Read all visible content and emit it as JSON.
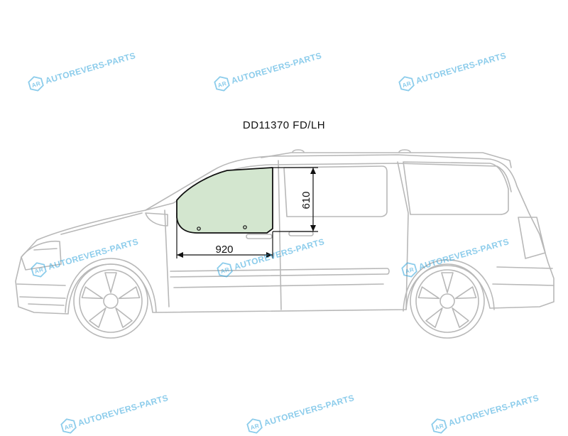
{
  "title": "DD11370 FD/LH",
  "dimensions": {
    "width_label": "920",
    "height_label": "610"
  },
  "watermark": {
    "text": "AUTOREVERS-PARTS",
    "logo_text": "AR",
    "color": "#2fa4dc"
  },
  "colors": {
    "glass_fill": "#d3e6cf",
    "body_line": "#b8b8b8",
    "dim_line": "#111111"
  }
}
